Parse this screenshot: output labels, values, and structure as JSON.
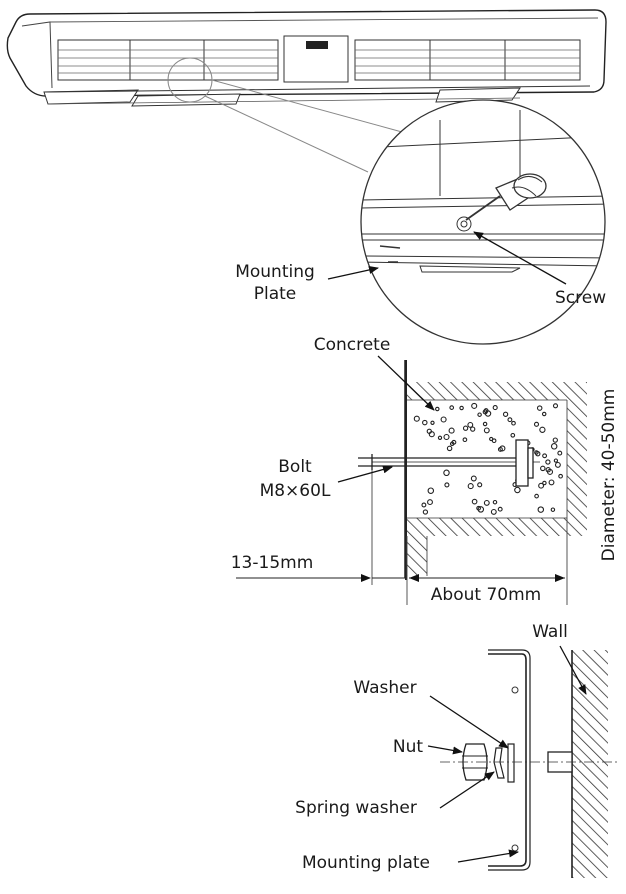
{
  "section1": {
    "mounting_plate_line1": "Mounting",
    "mounting_plate_line2": "Plate",
    "screw": "Screw"
  },
  "section2": {
    "concrete": "Concrete",
    "bolt_line1": "Bolt",
    "bolt_line2": "M8×60L",
    "depth_dim": "13-15mm",
    "length_dim": "About 70mm",
    "diameter_dim": "Diameter: 40-50mm"
  },
  "section3": {
    "wall": "Wall",
    "washer": "Washer",
    "nut": "Nut",
    "spring_washer": "Spring washer",
    "mounting_plate": "Mounting plate"
  }
}
